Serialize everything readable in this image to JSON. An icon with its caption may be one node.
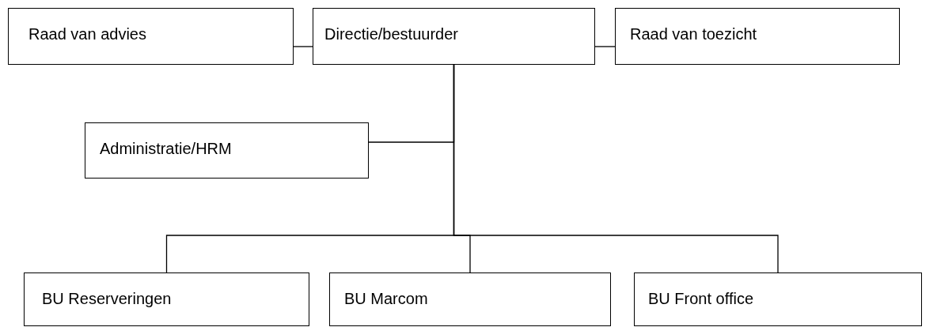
{
  "diagram": {
    "nodes": [
      {
        "text": [
          "Raad van advies"
        ]
      },
      {
        "text": [
          "Directie/bestuurder"
        ]
      },
      {
        "text": [
          "Raad van toezicht"
        ]
      },
      {
        "text": [
          "Administratie/HRM"
        ]
      },
      {
        "text": [
          "BU Reserveringen"
        ]
      },
      {
        "text": [
          "BU Marcom"
        ]
      },
      {
        "text": [
          "BU Front office"
        ]
      }
    ],
    "edges": [
      {
        "from": 0,
        "to": 1,
        "arrow": "none"
      },
      {
        "from": 1,
        "to": 2,
        "arrow": "none"
      },
      {
        "from": 1,
        "to": 3,
        "arrow": "none"
      },
      {
        "from": 1,
        "to": 4,
        "arrow": "none"
      },
      {
        "from": 1,
        "to": 5,
        "arrow": "none"
      },
      {
        "from": 1,
        "to": 6,
        "arrow": "none"
      }
    ]
  }
}
